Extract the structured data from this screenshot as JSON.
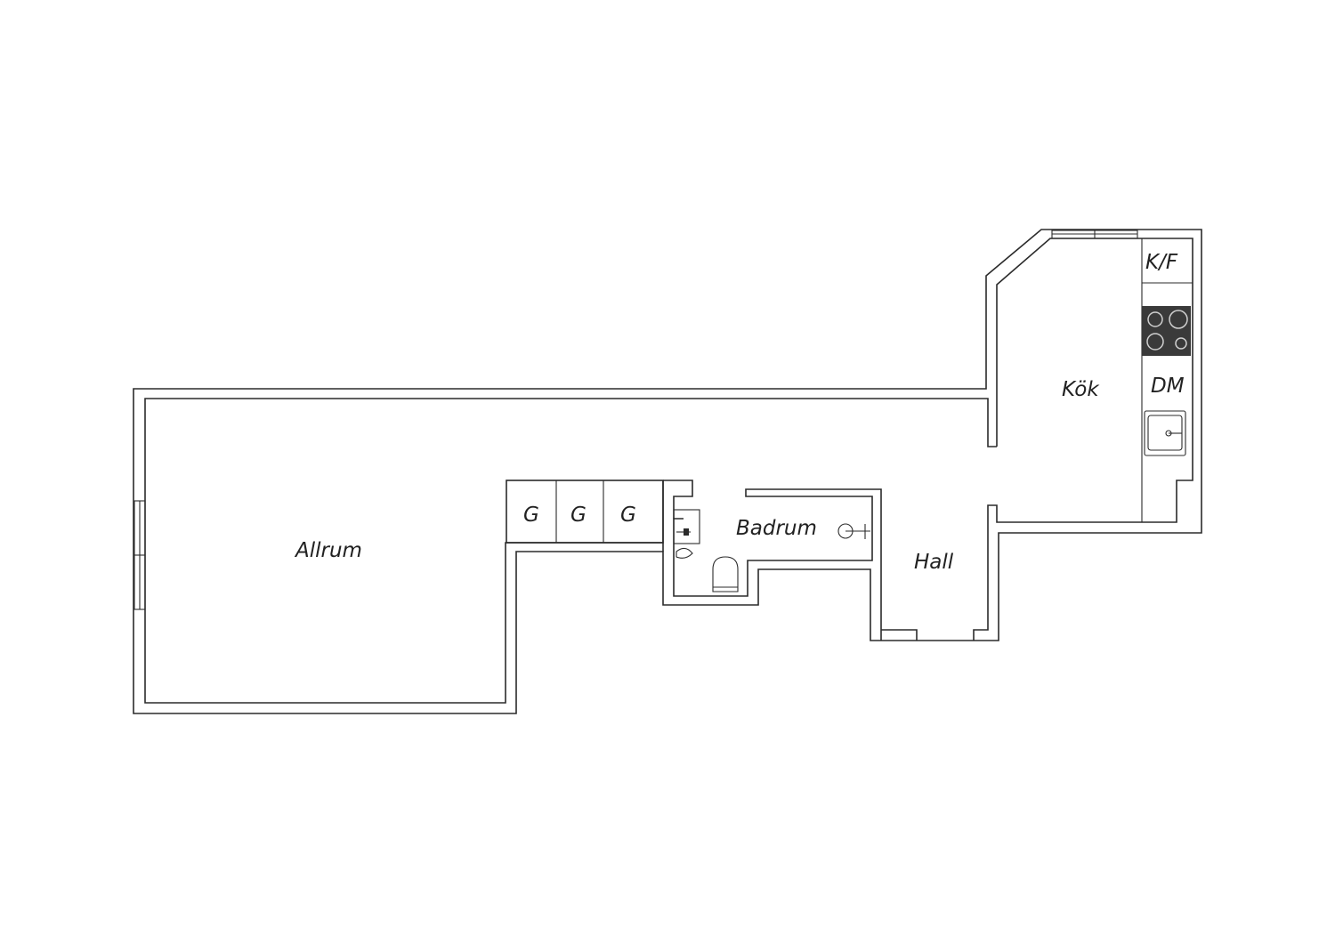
{
  "rooms": {
    "allrum": "Allrum",
    "kok": "Kök",
    "badrum": "Badrum",
    "hall": "Hall"
  },
  "closets": [
    "G",
    "G",
    "G"
  ],
  "appliances": {
    "fridge_freezer": "K/F",
    "dishwasher": "DM"
  },
  "colors": {
    "wall": "#2b2b2b",
    "stove": "#3a3a3a",
    "background": "#ffffff"
  }
}
